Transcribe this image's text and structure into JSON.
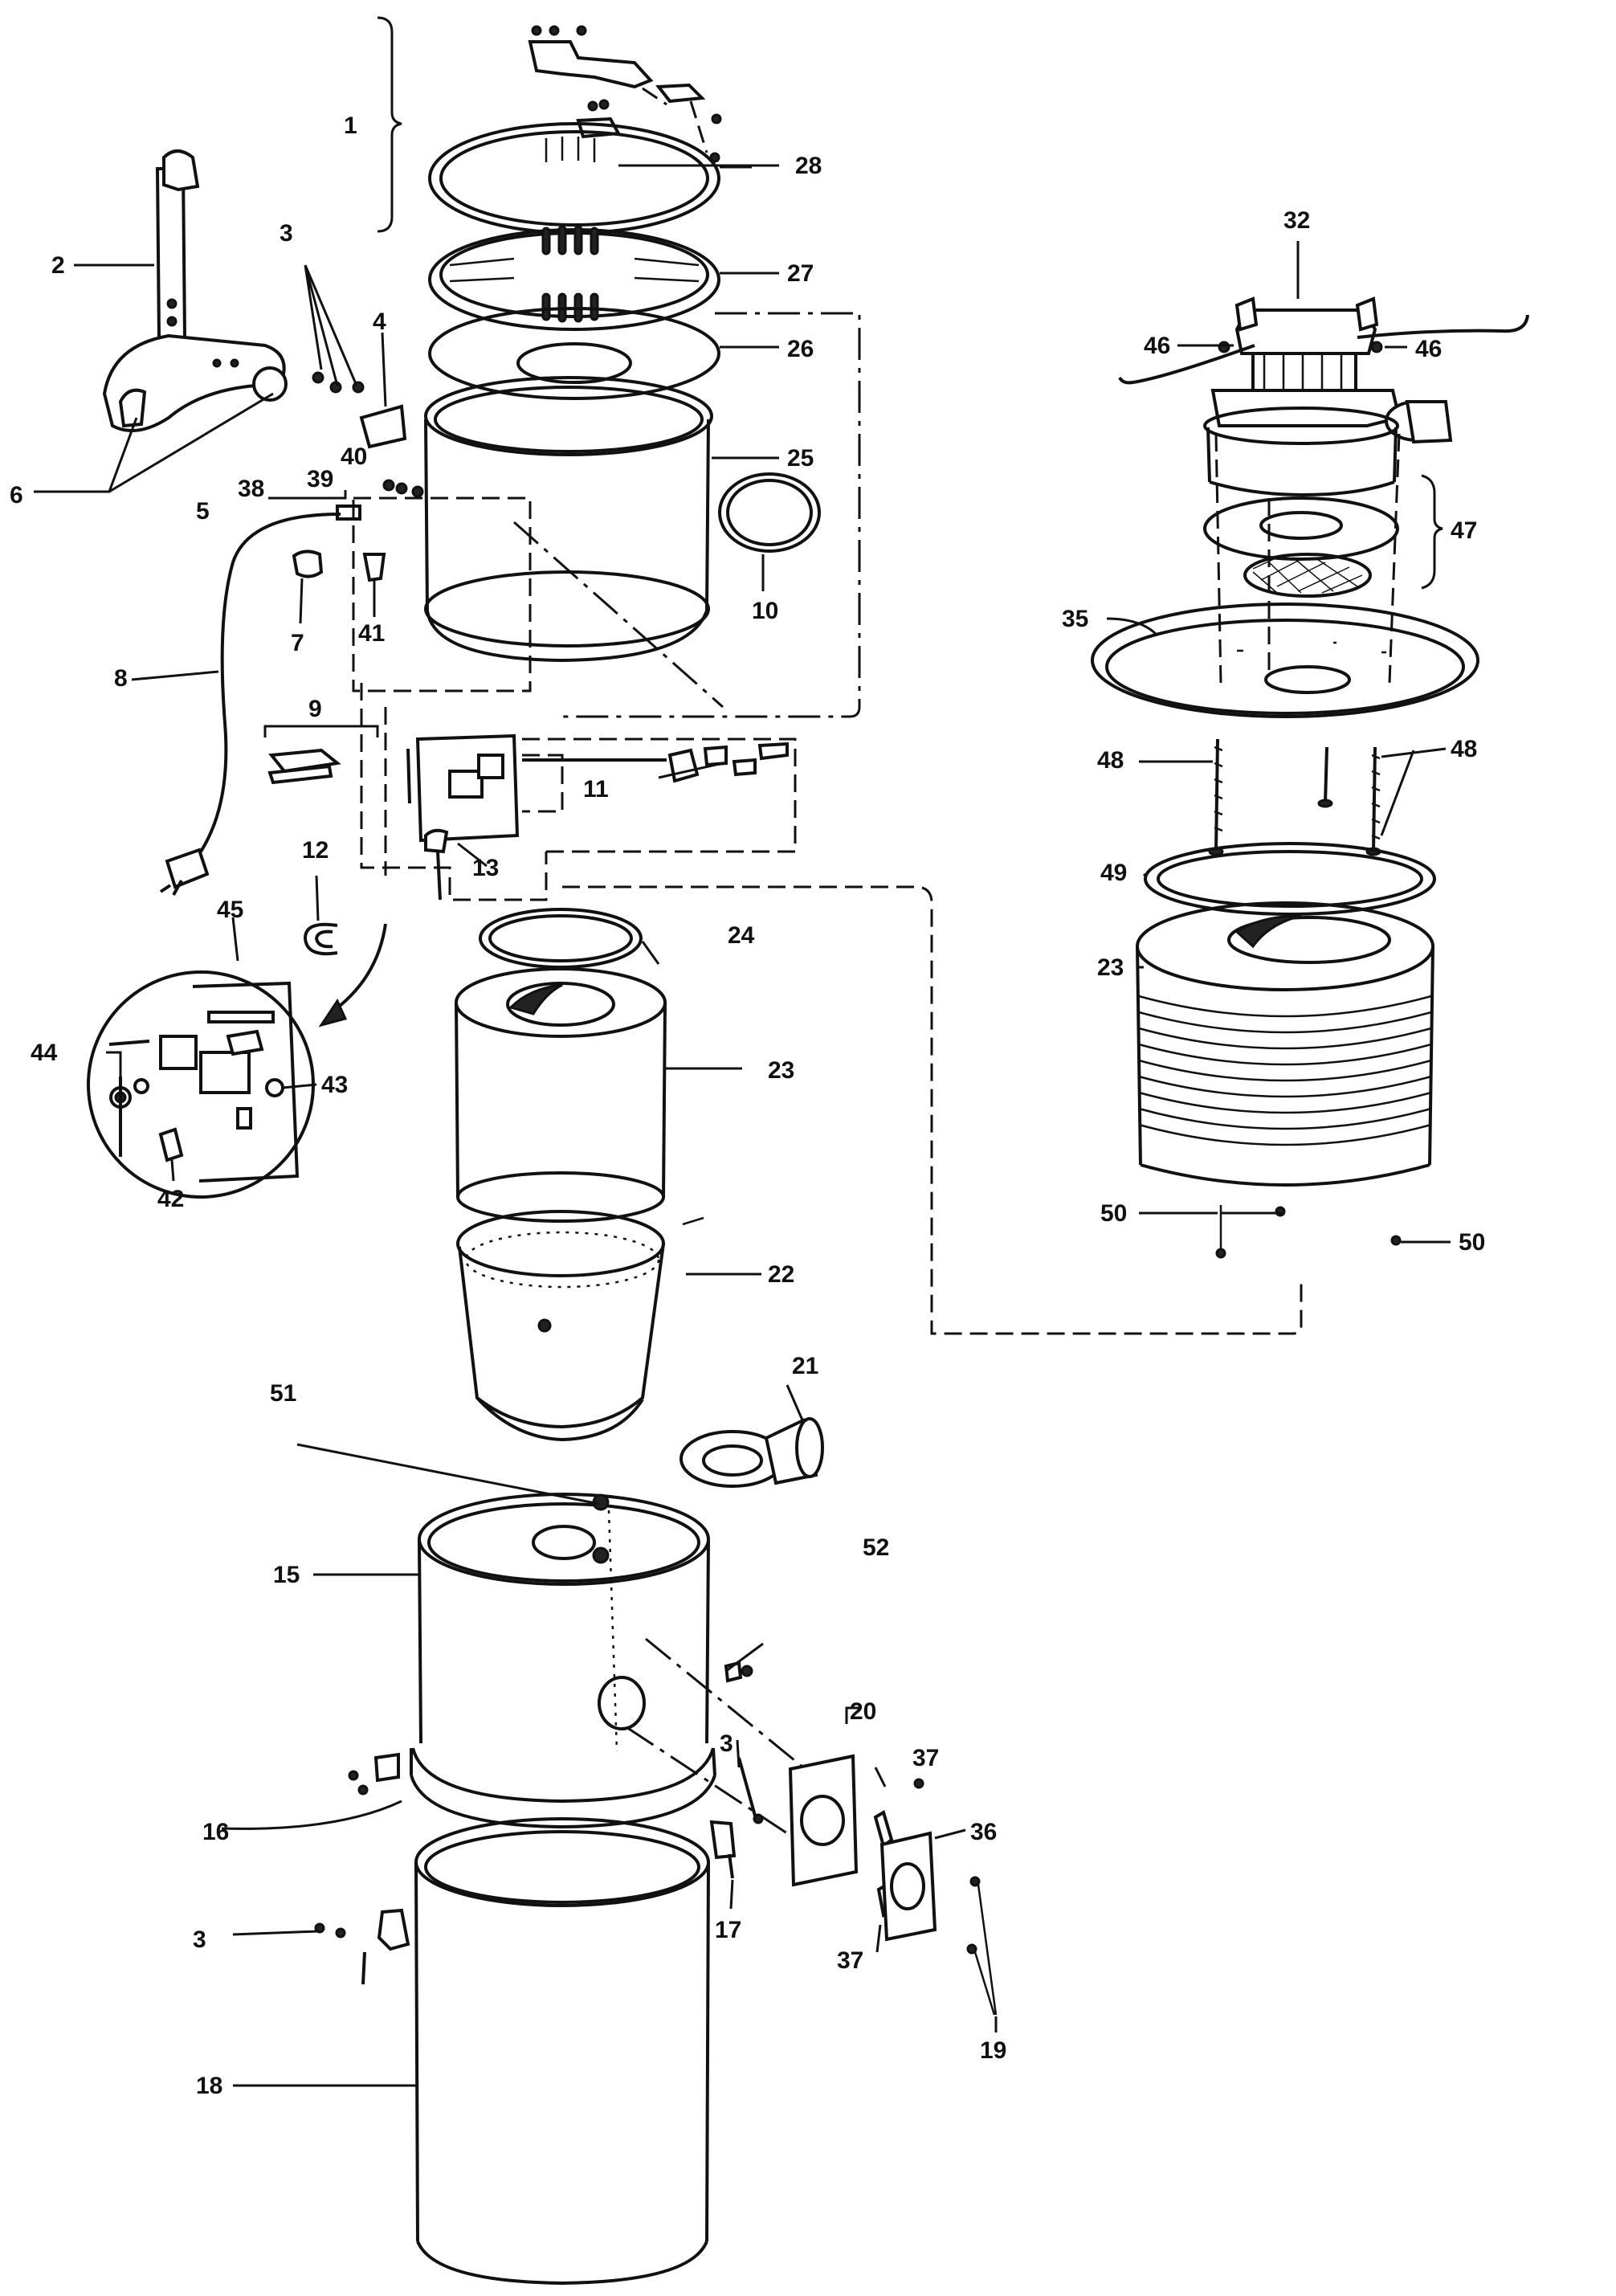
{
  "labels": [
    {
      "id": "1",
      "text": "1"
    },
    {
      "id": "2",
      "text": "2"
    },
    {
      "id": "3a",
      "text": "3"
    },
    {
      "id": "3b",
      "text": "3"
    },
    {
      "id": "3c",
      "text": "3"
    },
    {
      "id": "4",
      "text": "4"
    },
    {
      "id": "5",
      "text": "5"
    },
    {
      "id": "6",
      "text": "6"
    },
    {
      "id": "7",
      "text": "7"
    },
    {
      "id": "8",
      "text": "8"
    },
    {
      "id": "9",
      "text": "9"
    },
    {
      "id": "10",
      "text": "10"
    },
    {
      "id": "11",
      "text": "11"
    },
    {
      "id": "12",
      "text": "12"
    },
    {
      "id": "13",
      "text": "13"
    },
    {
      "id": "15",
      "text": "15"
    },
    {
      "id": "16",
      "text": "16"
    },
    {
      "id": "17",
      "text": "17"
    },
    {
      "id": "18",
      "text": "18"
    },
    {
      "id": "19",
      "text": "19"
    },
    {
      "id": "20",
      "text": "20"
    },
    {
      "id": "21",
      "text": "21"
    },
    {
      "id": "22",
      "text": "22"
    },
    {
      "id": "23a",
      "text": "23"
    },
    {
      "id": "23b",
      "text": "23"
    },
    {
      "id": "24",
      "text": "24"
    },
    {
      "id": "25",
      "text": "25"
    },
    {
      "id": "26",
      "text": "26"
    },
    {
      "id": "27",
      "text": "27"
    },
    {
      "id": "28",
      "text": "28"
    },
    {
      "id": "32",
      "text": "32"
    },
    {
      "id": "35",
      "text": "35"
    },
    {
      "id": "36",
      "text": "36"
    },
    {
      "id": "37a",
      "text": "37"
    },
    {
      "id": "37b",
      "text": "37"
    },
    {
      "id": "38",
      "text": "38"
    },
    {
      "id": "39",
      "text": "39"
    },
    {
      "id": "40",
      "text": "40"
    },
    {
      "id": "41",
      "text": "41"
    },
    {
      "id": "42",
      "text": "42"
    },
    {
      "id": "43",
      "text": "43"
    },
    {
      "id": "44",
      "text": "44"
    },
    {
      "id": "45",
      "text": "45"
    },
    {
      "id": "46a",
      "text": "46"
    },
    {
      "id": "46b",
      "text": "46"
    },
    {
      "id": "47",
      "text": "47"
    },
    {
      "id": "48a",
      "text": "48"
    },
    {
      "id": "48b",
      "text": "48"
    },
    {
      "id": "49",
      "text": "49"
    },
    {
      "id": "50a",
      "text": "50"
    },
    {
      "id": "50b",
      "text": "50"
    },
    {
      "id": "51",
      "text": "51"
    },
    {
      "id": "52",
      "text": "52"
    }
  ]
}
